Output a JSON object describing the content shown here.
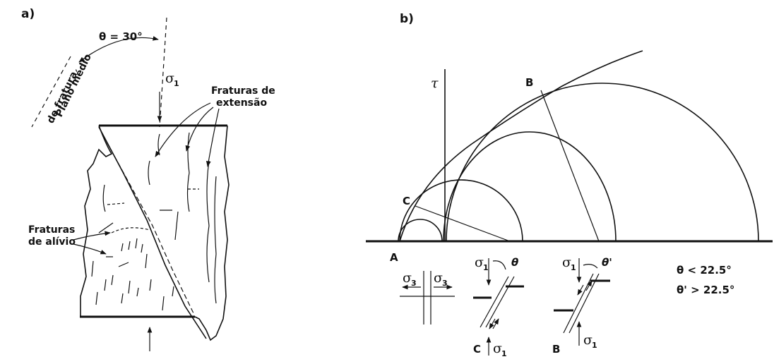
{
  "panel_a": {
    "label": "a)",
    "angle_label": "θ = 30°",
    "sigma_symbol": "σ",
    "sigma_subscript": "1",
    "plane_label_line1": "Plano médio",
    "plane_label_line2": "de fratura",
    "extension_label_line1": "Fraturas de",
    "extension_label_line2": "extensão",
    "relief_label_line1": "Fraturas",
    "relief_label_line2": "de alívio"
  },
  "panel_b": {
    "label": "b)",
    "tau_symbol": "τ",
    "point_a": "A",
    "point_b": "B",
    "point_c": "C",
    "sigma_symbol": "σ",
    "sigma1_subscript": "1",
    "sigma3_subscript": "3",
    "theta": "θ",
    "theta_prime": "θ'",
    "case_c_label": "C",
    "case_b_label": "B",
    "condition_1": "θ < 22.5°",
    "condition_2": "θ' > 22.5°"
  }
}
